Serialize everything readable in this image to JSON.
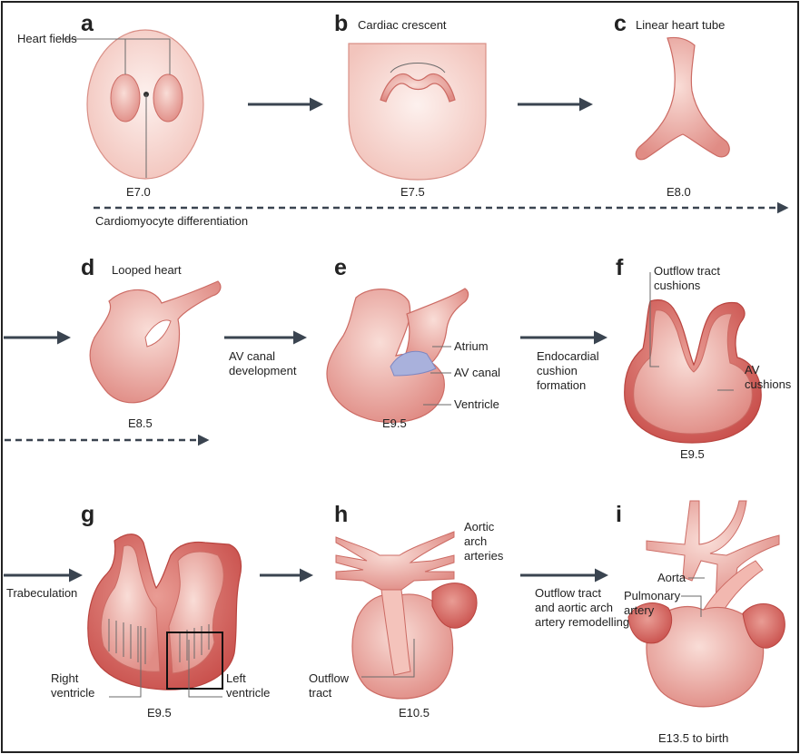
{
  "panels": {
    "a": {
      "letter": "a",
      "stage": "E7.0",
      "labels": {
        "heart_fields": "Heart  fields"
      }
    },
    "b": {
      "letter": "b",
      "title": "Cardiac crescent",
      "stage": "E7.5"
    },
    "c": {
      "letter": "c",
      "title": "Linear heart tube",
      "stage": "E8.0"
    },
    "d": {
      "letter": "d",
      "title": "Looped heart",
      "stage": "E8.5"
    },
    "e": {
      "letter": "e",
      "stage": "E9.5",
      "labels": {
        "atrium": "Atrium",
        "av_canal": "AV canal",
        "ventricle": "Ventricle"
      }
    },
    "f": {
      "letter": "f",
      "stage": "E9.5",
      "labels": {
        "outflow_line1": "Outflow tract",
        "outflow_line2": "cushions",
        "av_line1": "AV",
        "av_line2": "cushions"
      }
    },
    "g": {
      "letter": "g",
      "stage": "E9.5",
      "labels": {
        "right_line1": "Right",
        "right_line2": "ventricle",
        "left_line1": "Left",
        "left_line2": "ventricle"
      }
    },
    "h": {
      "letter": "h",
      "stage": "E10.5",
      "labels": {
        "aortic_line1": "Aortic",
        "aortic_line2": "arch",
        "aortic_line3": "arteries",
        "outflow_line1": "Outflow",
        "outflow_line2": "tract"
      }
    },
    "i": {
      "letter": "i",
      "stage": "E13.5 to birth",
      "labels": {
        "aorta": "Aorta",
        "pulmonary_line1": "Pulmonary",
        "pulmonary_line2": "artery"
      }
    }
  },
  "processes": {
    "cardiomyocyte": "Cardiomyocyte differentiation",
    "av_line1": "AV canal",
    "av_line2": "development",
    "endo_line1": "Endocardial",
    "endo_line2": "cushion",
    "endo_line3": "formation",
    "trabeculation": "Trabeculation",
    "remodel_line1": "Outflow tract",
    "remodel_line2": "and aortic arch",
    "remodel_line3": "artery remodelling"
  },
  "colors": {
    "tissue_light": "#f6d5cf",
    "tissue_mid": "#e89890",
    "tissue_dark": "#cc5a55",
    "av_canal": "#a9b1dc",
    "arrow": "#3a4450",
    "frame": "#222222"
  }
}
